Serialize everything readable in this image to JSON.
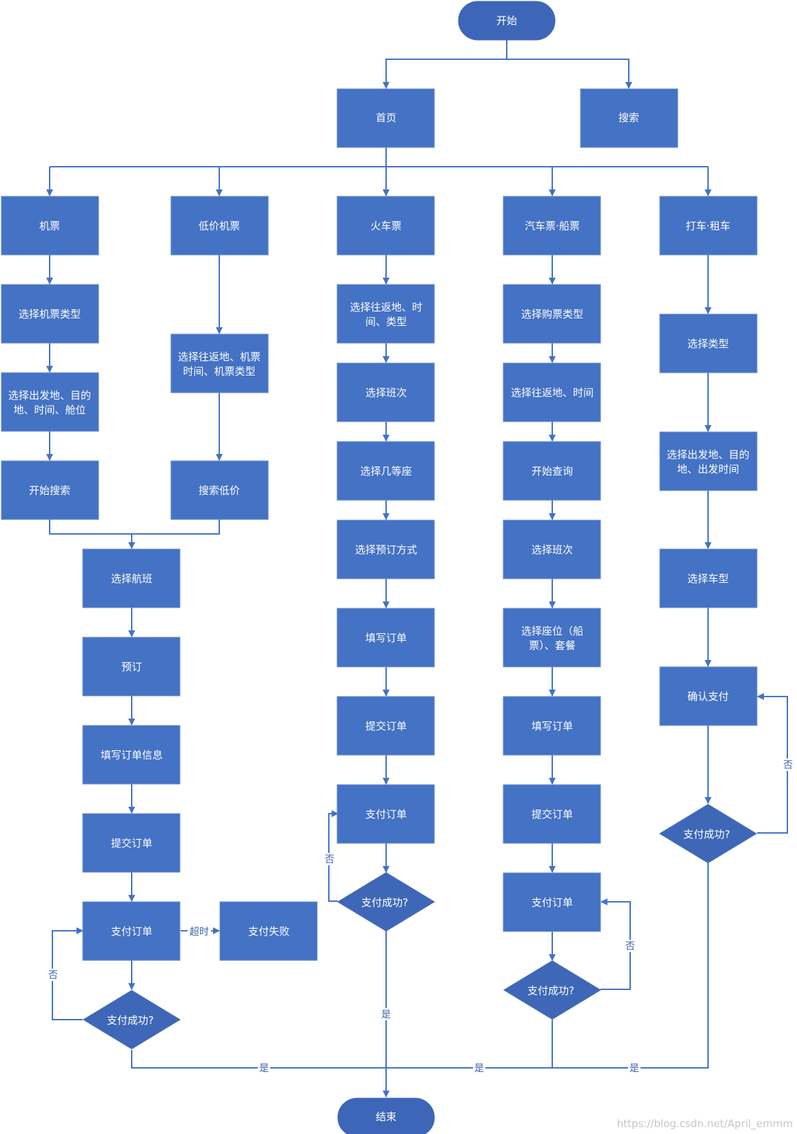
{
  "nodes": {
    "start": "开始",
    "home": "首页",
    "search": "搜索",
    "flight": "机票",
    "cheap_flight": "低价机票",
    "train": "火车票",
    "bus_ship": "汽车票·船票",
    "taxi_rental": "打车·租车",
    "flight_type": "选择机票类型",
    "flight_route": [
      "选择出发地、目的",
      "地、时间、舱位"
    ],
    "flight_search": "开始搜索",
    "cheap_route": [
      "选择往返地、机票",
      "时间、机票类型"
    ],
    "cheap_search": "搜索低价",
    "choose_flight": "选择航班",
    "book": "预订",
    "fill_order_info": "填写订单信息",
    "flight_submit": "提交订单",
    "flight_pay": "支付订单",
    "pay_fail": "支付失败",
    "flight_pay_ok": "支付成功?",
    "train_route": [
      "选择往返地、时",
      "间、类型"
    ],
    "train_schedule": "选择班次",
    "train_class": "选择几等座",
    "train_booking_method": "选择预订方式",
    "train_fill": "填写订单",
    "train_submit": "提交订单",
    "train_pay": "支付订单",
    "train_pay_ok": "支付成功?",
    "bus_ticket_type": "选择购票类型",
    "bus_route": "选择往返地、时间",
    "bus_query": "开始查询",
    "bus_schedule": "选择班次",
    "bus_seat": [
      "选择座位（船",
      "票）、套餐"
    ],
    "bus_fill": "填写订单",
    "bus_submit": "提交订单",
    "bus_pay": "支付订单",
    "bus_pay_ok": "支付成功?",
    "taxi_type": "选择类型",
    "taxi_route": [
      "选择出发地、目的",
      "地、出发时间"
    ],
    "taxi_car_model": "选择车型",
    "taxi_confirm_pay": "确认支付",
    "taxi_pay_ok": "支付成功?",
    "end": "结束"
  },
  "edge_labels": {
    "timeout": "超时",
    "no": "否",
    "yes": "是"
  },
  "watermark": "https://blog.csdn.net/April_emmm",
  "colors": {
    "node_fill": "#4472c4",
    "terminal_fill": "#3d66b8",
    "edge": "#4472c4",
    "text": "#ffffff"
  }
}
